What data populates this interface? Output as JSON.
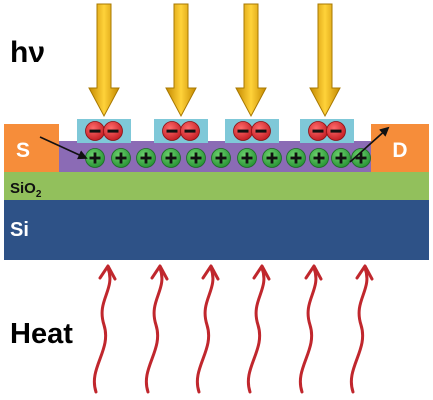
{
  "labels": {
    "light": "hν",
    "source": "S",
    "drain": "D",
    "oxide_main": "SiO",
    "oxide_sub": "2",
    "substrate": "Si",
    "heat": "Heat",
    "electron_sign": "−",
    "hole_sign": "+"
  },
  "colors": {
    "light_arrow": "#f0b400",
    "light_arrow_edge": "#a87800",
    "source_drain": "#f68d3a",
    "channel": "#8b6bb5",
    "oxide": "#92c05c",
    "substrate": "#2e5287",
    "electron_pocket": "#7fc8d8",
    "electron": "#e0282e",
    "hole": "#37a346",
    "heat_wave": "#c0272d",
    "label_on_dark": "#ffffff"
  },
  "icons": {
    "light_arrows": "down-arrow-icon",
    "heat_waves": "wavy-up-arrow-icon",
    "carrier_flow": "thin-arrow-icon"
  },
  "counts": {
    "light_arrows": 4,
    "electron_pockets": 4,
    "electrons_per_pocket": 2,
    "holes": 12,
    "heat_waves": 6
  }
}
